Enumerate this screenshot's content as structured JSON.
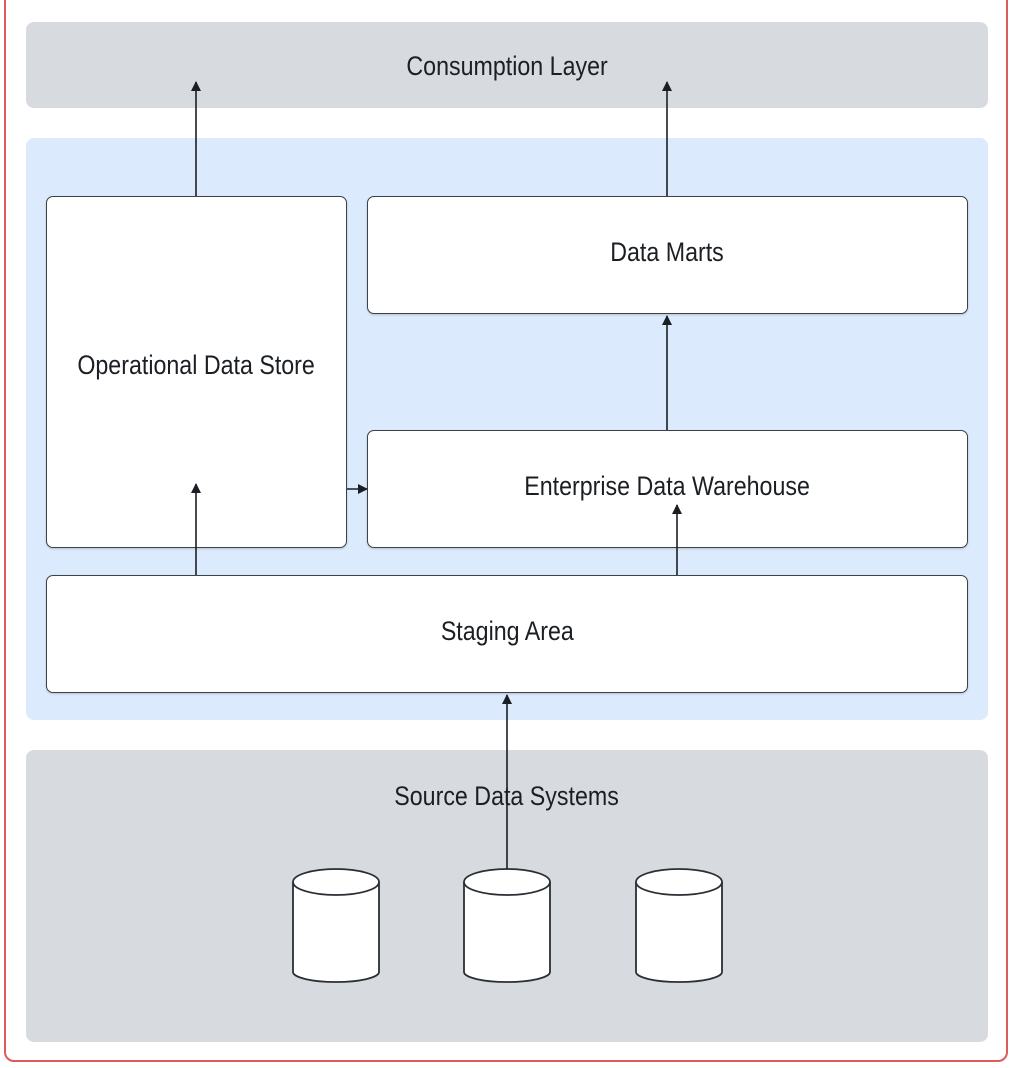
{
  "layers": {
    "consumption": "Consumption Layer",
    "source": "Source Data Systems"
  },
  "boxes": {
    "ods": "Operational Data Store",
    "marts": "Data Marts",
    "edw": "Enterprise Data Warehouse",
    "staging": "Staging Area"
  },
  "icons": {
    "database": "database-cylinder-icon",
    "arrow": "arrow-up-icon"
  },
  "colors": {
    "frame": "#e05a5a",
    "gray_band": "#d7dbe0",
    "blue_band": "#dbeafc",
    "stroke": "#1b1f24"
  }
}
